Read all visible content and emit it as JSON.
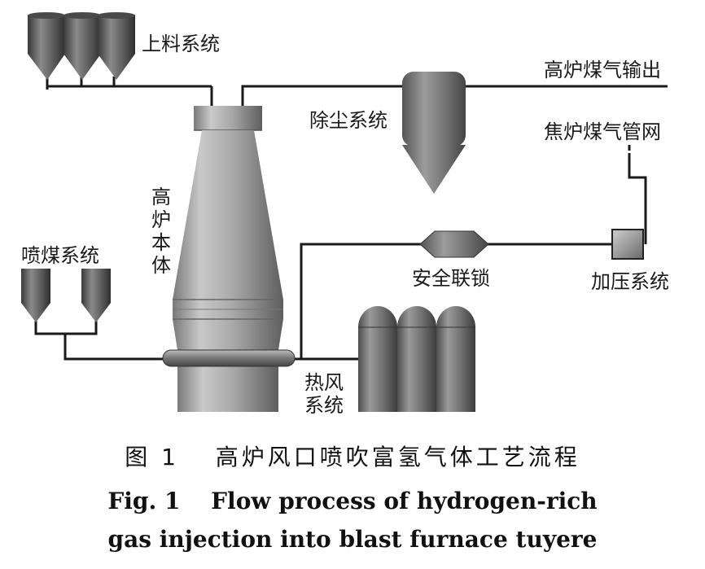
{
  "labels": {
    "charging_system": "上料系统",
    "bf_gas_output": "高炉煤气输出",
    "dust_removal": "除尘系统",
    "coke_oven_gas_network": "焦炉煤气管网",
    "furnace_body": [
      "高",
      "炉",
      "本",
      "体"
    ],
    "coal_injection": "喷煤系统",
    "safety_interlock": "安全联锁",
    "pressurization": "加压系统",
    "hot_blast": [
      "热风",
      "系统"
    ]
  },
  "caption": {
    "cn": "图 1　 高炉风口喷吹富氢气体工艺流程",
    "en_line1": "Fig. 1　 Flow process of hydrogen-rich",
    "en_line2": "gas injection into blast furnace tuyere"
  }
}
